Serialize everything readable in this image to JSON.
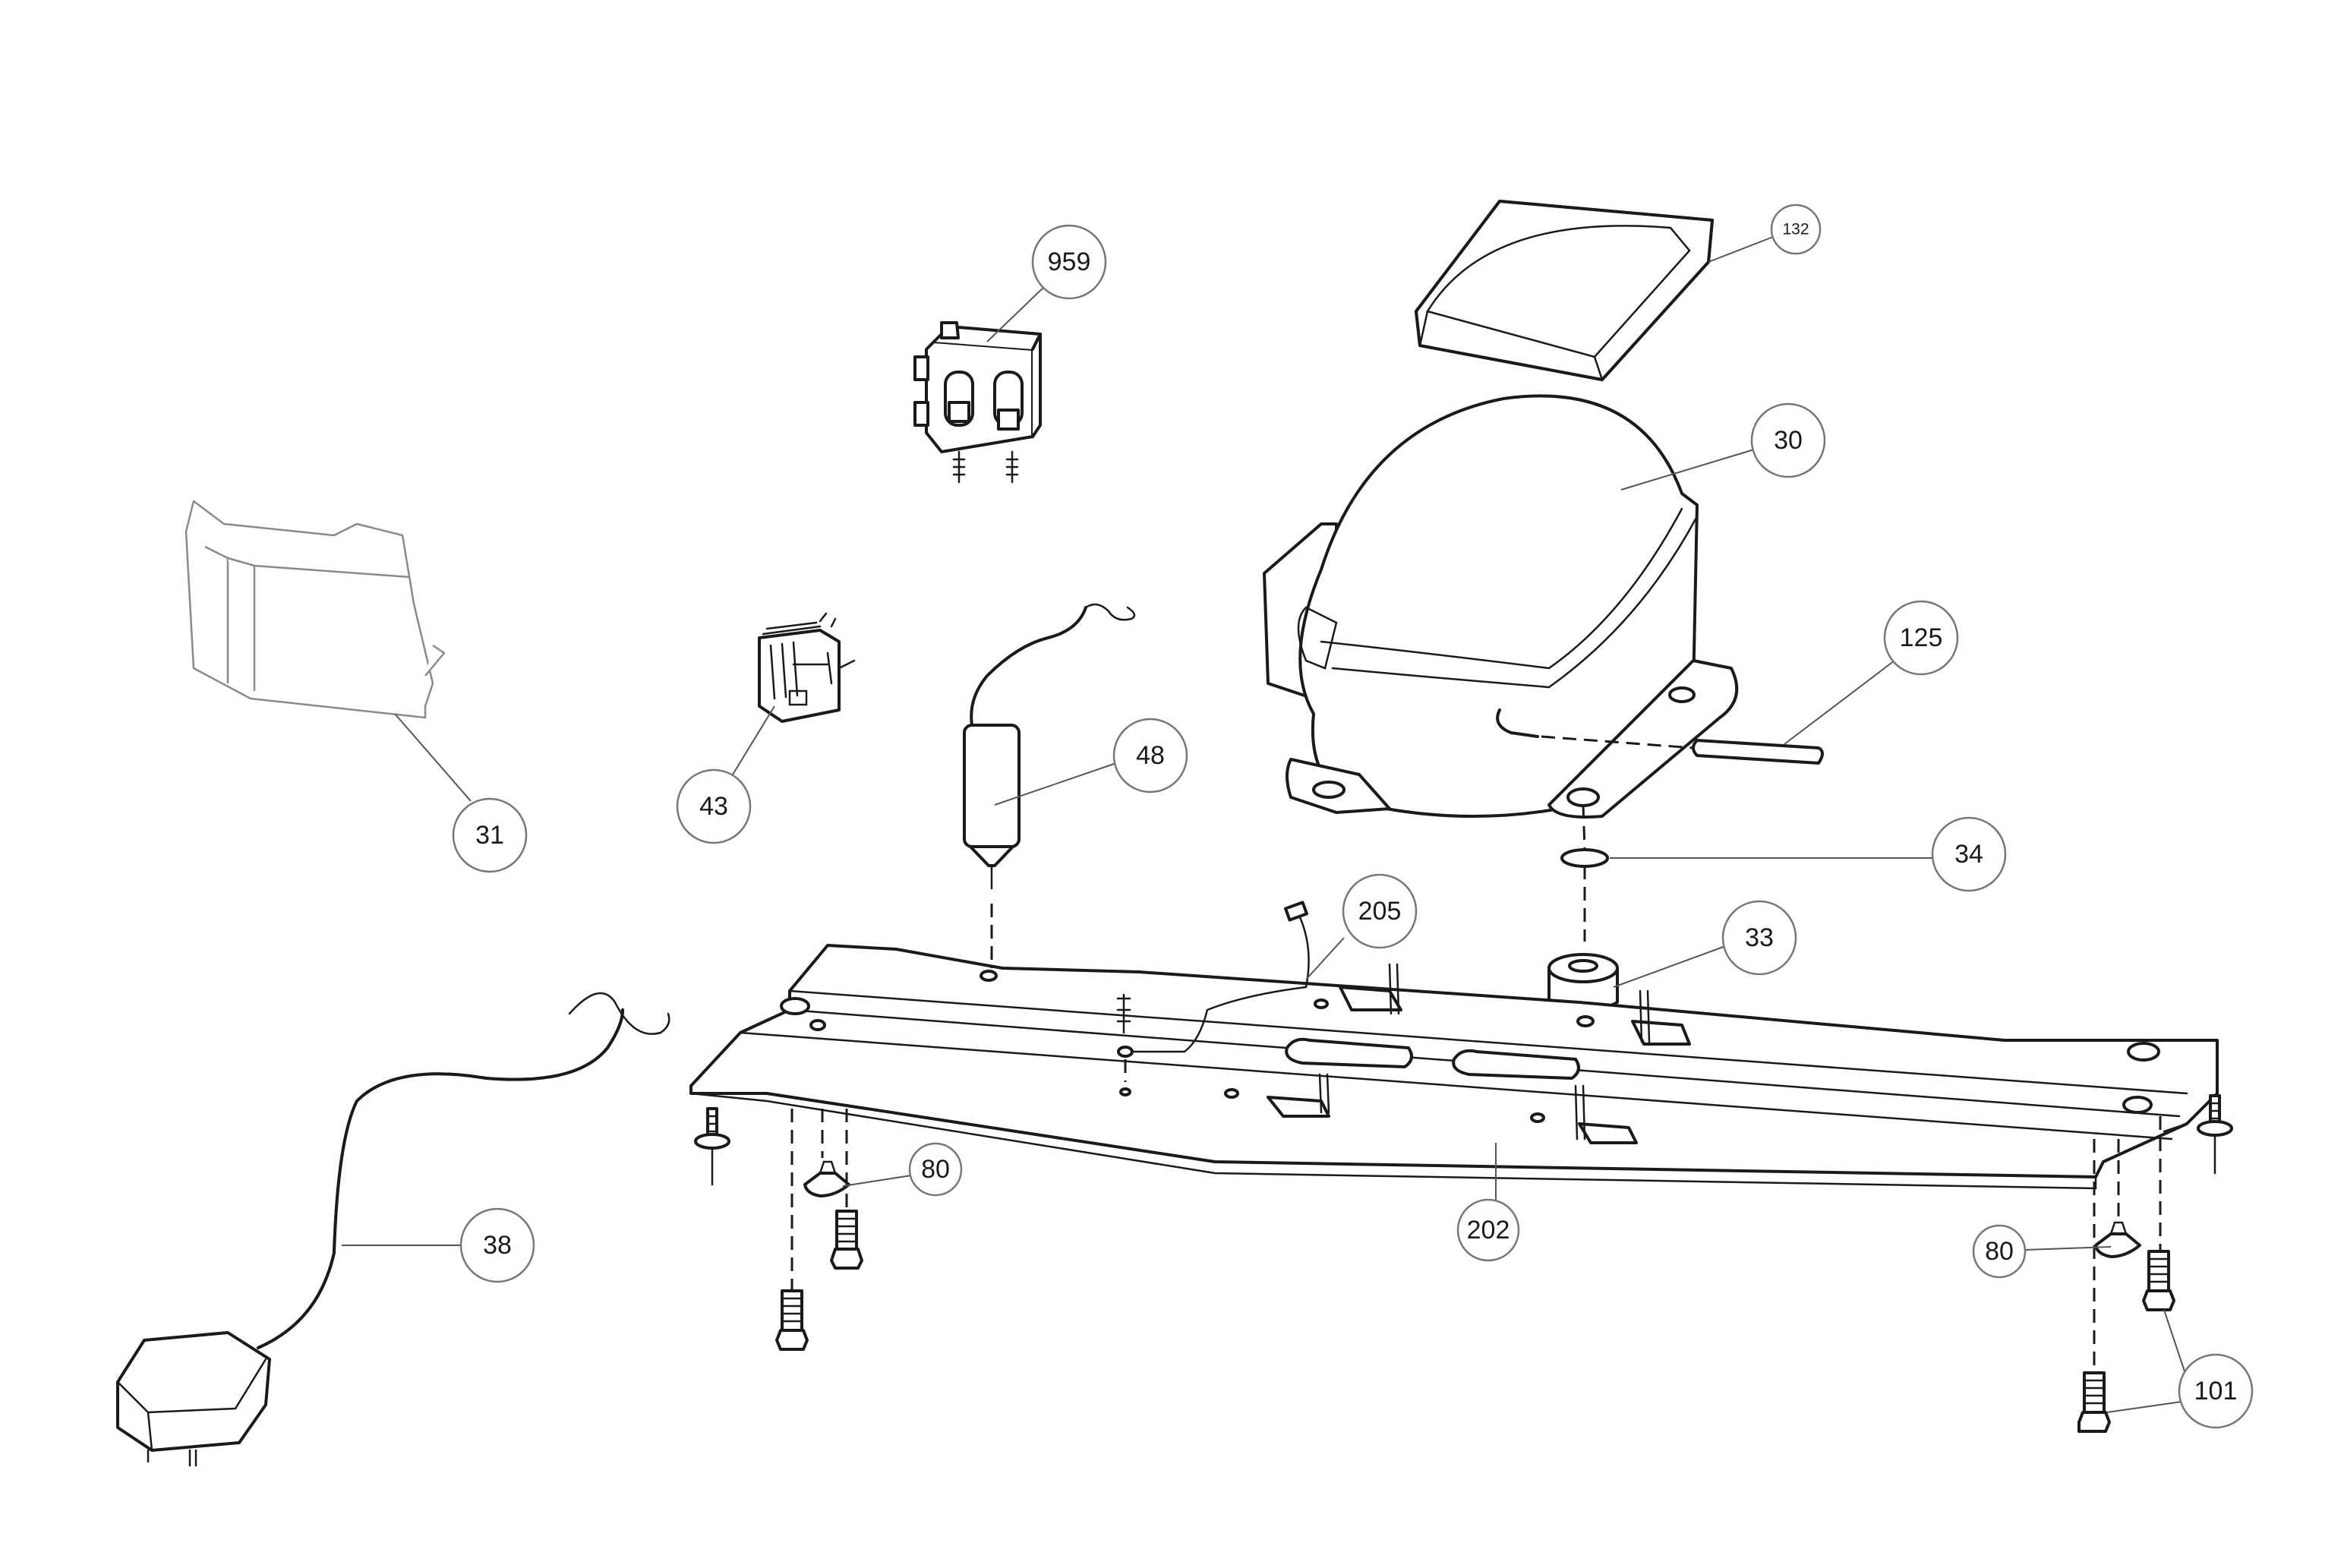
{
  "callouts": [
    {
      "id": "959",
      "label": "959"
    },
    {
      "id": "132",
      "label": "132"
    },
    {
      "id": "30",
      "label": "30"
    },
    {
      "id": "125",
      "label": "125"
    },
    {
      "id": "48",
      "label": "48"
    },
    {
      "id": "43",
      "label": "43"
    },
    {
      "id": "31",
      "label": "31"
    },
    {
      "id": "34",
      "label": "34"
    },
    {
      "id": "205",
      "label": "205"
    },
    {
      "id": "33",
      "label": "33"
    },
    {
      "id": "80a",
      "label": "80"
    },
    {
      "id": "38",
      "label": "38"
    },
    {
      "id": "202",
      "label": "202"
    },
    {
      "id": "80b",
      "label": "80"
    },
    {
      "id": "101",
      "label": "101"
    }
  ]
}
